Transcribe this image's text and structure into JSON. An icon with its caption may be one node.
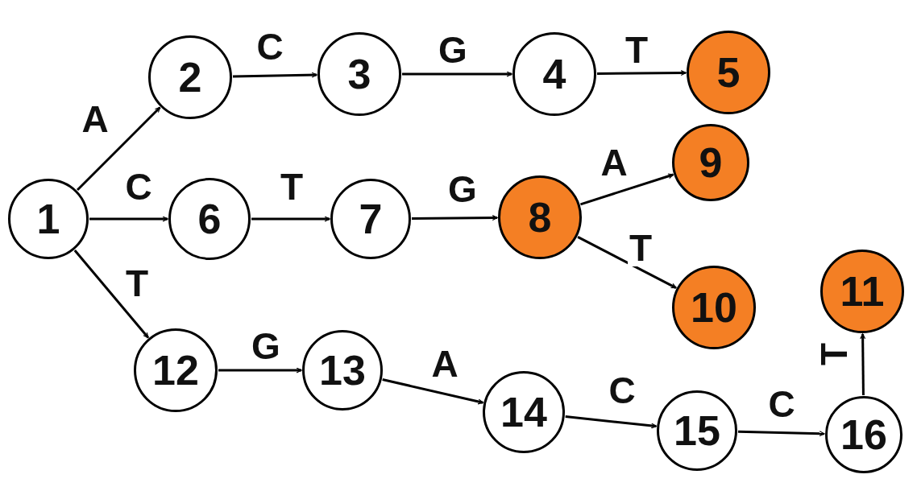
{
  "diagram": {
    "nodes": [
      {
        "text": [
          "1"
        ]
      },
      {
        "text": [
          "2"
        ]
      },
      {
        "text": [
          "3"
        ]
      },
      {
        "text": [
          "4"
        ]
      },
      {
        "text": [
          "5"
        ]
      },
      {
        "text": [
          "6"
        ]
      },
      {
        "text": [
          "7"
        ]
      },
      {
        "text": [
          "8"
        ]
      },
      {
        "text": [
          "9"
        ]
      },
      {
        "text": [
          "10"
        ]
      },
      {
        "text": [
          "11"
        ]
      },
      {
        "text": [
          "12"
        ]
      },
      {
        "text": [
          "13"
        ]
      },
      {
        "text": [
          "14"
        ]
      },
      {
        "text": [
          "15"
        ]
      },
      {
        "text": [
          "16"
        ]
      }
    ],
    "edges": [
      {
        "from": 0,
        "to": 1,
        "arrow": "to",
        "label": "A"
      },
      {
        "from": 1,
        "to": 2,
        "arrow": "to",
        "label": "C"
      },
      {
        "from": 2,
        "to": 3,
        "arrow": "to",
        "label": "G"
      },
      {
        "from": 3,
        "to": 4,
        "arrow": "to",
        "label": "T"
      },
      {
        "from": 0,
        "to": 5,
        "arrow": "to",
        "label": "C"
      },
      {
        "from": 5,
        "to": 6,
        "arrow": "to",
        "label": "T"
      },
      {
        "from": 6,
        "to": 7,
        "arrow": "to",
        "label": "G"
      },
      {
        "from": 7,
        "to": 8,
        "arrow": "to",
        "label": "A"
      },
      {
        "from": 7,
        "to": 9,
        "arrow": "to",
        "label": "T"
      },
      {
        "from": 0,
        "to": 11,
        "arrow": "to",
        "label": "T"
      },
      {
        "from": 11,
        "to": 12,
        "arrow": "to",
        "label": "G"
      },
      {
        "from": 12,
        "to": 13,
        "arrow": "to",
        "label": "A"
      },
      {
        "from": 13,
        "to": 14,
        "arrow": "to",
        "label": "C"
      },
      {
        "from": 14,
        "to": 15,
        "arrow": "to",
        "label": "C"
      },
      {
        "from": 15,
        "to": 10,
        "arrow": "to",
        "label": "T"
      }
    ]
  }
}
